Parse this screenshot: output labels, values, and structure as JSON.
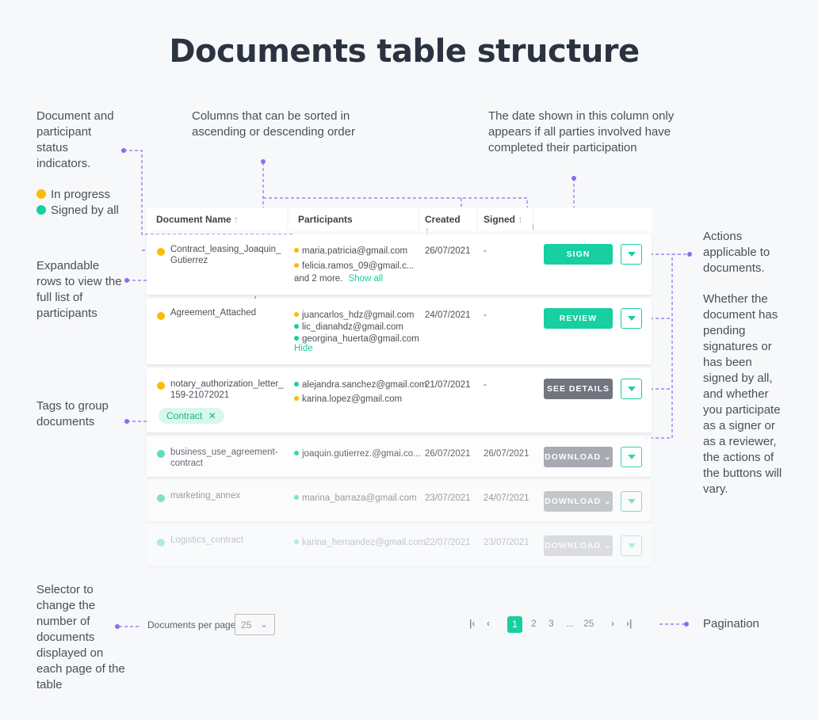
{
  "title": "Documents table structure",
  "notes": {
    "status": "Document and participant status indicators.",
    "legend": [
      {
        "label": "In progress",
        "color": "#fbbc05"
      },
      {
        "label": "Signed by all",
        "color": "#17cfa0"
      }
    ],
    "sortable": "Columns that can be sorted in ascending or descending order",
    "date": "The date shown in this column only appears if all parties involved have completed their participation",
    "expandable": "Expandable rows to view the full list of participants",
    "tags": "Tags to group documents",
    "actions": "Actions applicable to documents.",
    "buttons": "Whether the document has pending signatures or has been signed by all, and whether you participate as a signer or as a reviewer, the actions of the buttons will vary.",
    "selector": "Selector to change the number of documents displayed on each page of the table",
    "pagination": "Pagination"
  },
  "columns": {
    "name": "Document Name",
    "participants": "Participants",
    "created": "Created",
    "signed": "Signed",
    "sort_icon": "arrow-up"
  },
  "colors": {
    "accent": "#17cfa0",
    "progress": "#fbbc05",
    "annotation": "#8b6cf0",
    "disabled": "#8a8e96"
  },
  "rows": [
    {
      "name": "Contract_leasing_Joaquin_Gutierrez",
      "status": "progress",
      "participants": [
        {
          "email": "maria.patricia@gmail.com",
          "status": "progress"
        },
        {
          "email": "felicia.ramos_09@gmail.c...",
          "status": "progress"
        }
      ],
      "more": "and 2 more.",
      "toggle": "Show all",
      "created": "26/07/2021",
      "signed": "-",
      "action": "SIGN"
    },
    {
      "name": "Agreement_Attached",
      "status": "progress",
      "participants": [
        {
          "email": "juancarlos_hdz@gmail.com",
          "status": "progress"
        },
        {
          "email": "lic_dianahdz@gmail.com",
          "status": "signed"
        },
        {
          "email": "georgina_huerta@gmail.com",
          "status": "signed"
        }
      ],
      "toggle": "Hide",
      "created": "24/07/2021",
      "signed": "-",
      "action": "REVIEW"
    },
    {
      "name": "notary_authorization_letter_159-21072021",
      "status": "progress",
      "participants": [
        {
          "email": "alejandra.sanchez@gmail.com",
          "status": "signed"
        },
        {
          "email": "karina.lopez@gmail.com",
          "status": "progress"
        }
      ],
      "tag": "Contract",
      "created": "21/07/2021",
      "signed": "-",
      "action": "SEE DETAILS"
    },
    {
      "name": "business_use_agreement-contract",
      "status": "signed",
      "participants": [
        {
          "email": "joaquin.gutierrez.@gmai.co...",
          "status": "signed"
        }
      ],
      "created": "26/07/2021",
      "signed": "26/07/2021",
      "action": "DOWNLOAD"
    },
    {
      "name": "marketing_annex",
      "status": "signed",
      "participants": [
        {
          "email": "marina_barraza@gmail.com",
          "status": "signed"
        }
      ],
      "created": "23/07/2021",
      "signed": "24/07/2021",
      "action": "DOWNLOAD"
    },
    {
      "name": "Logistics_contract",
      "status": "signed",
      "participants": [
        {
          "email": "karina_hernandez@gmail.com",
          "status": "signed"
        }
      ],
      "created": "22/07/2021",
      "signed": "23/07/2021",
      "action": "DOWNLOAD"
    }
  ],
  "footer": {
    "per_page_label": "Documents per page",
    "per_page_value": "25",
    "pages": [
      "1",
      "2",
      "3",
      "...",
      "25"
    ],
    "current_page": "1"
  }
}
